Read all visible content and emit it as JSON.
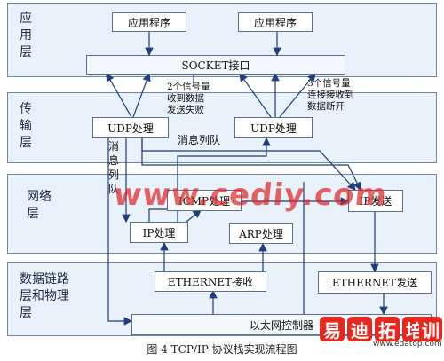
{
  "layers": {
    "application": "应用层",
    "transport": "传输层",
    "network": "网络层",
    "datalink": "数据链路层和物理层"
  },
  "boxes": {
    "app1": "应用程序",
    "app2": "应用程序",
    "socket": "SOCKET接口",
    "udp1": "UDP处理",
    "udp2": "UDP处理",
    "icmp": "ICMP处理",
    "ip_recv": "IP处理",
    "arp": "ARP处理",
    "ip_send": "IP发送",
    "eth_recv": "ETHERNET接收",
    "eth_send": "ETHERNET发送",
    "controller": "以太网控制器"
  },
  "notes": {
    "two_semaphore": [
      "2个信号量",
      "收到数据",
      "发送失败"
    ],
    "three_semaphore": [
      "3个信号量",
      "连接接收到",
      "数据断开"
    ],
    "msg_queue_h": "消息列队",
    "msg_queue_v": "消息列队"
  },
  "caption": "图 4 TCP/IP 协议栈实现流程图",
  "watermark": {
    "url": "www.cediy.com",
    "logo_text": "易迪拓培训",
    "logo_site": "www.edatop.com"
  }
}
